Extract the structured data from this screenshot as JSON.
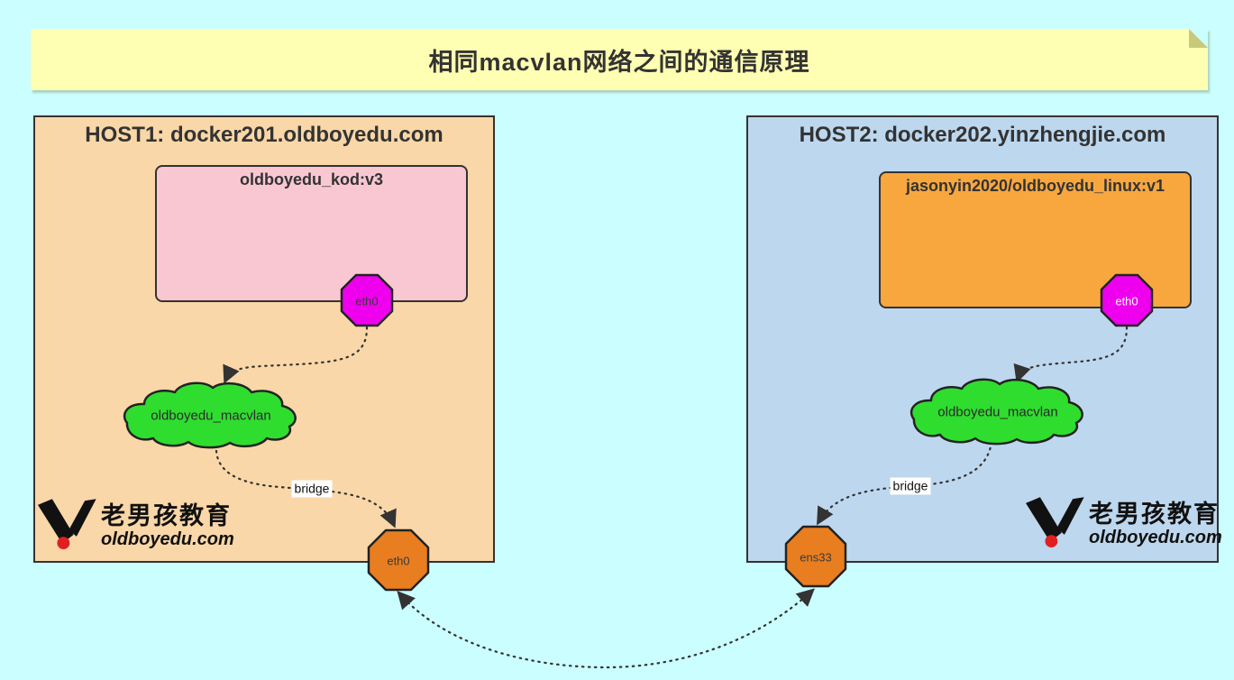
{
  "title": "相同macvlan网络之间的通信原理",
  "hosts": [
    {
      "title": "HOST1: docker201.oldboyedu.com",
      "container_image": "oldboyedu_kod:v3",
      "container_nic": "eth0",
      "network_name": "oldboyedu_macvlan",
      "bridge_label": "bridge",
      "host_nic": "eth0"
    },
    {
      "title": "HOST2: docker202.yinzhengjie.com",
      "container_image": "jasonyin2020/oldboyedu_linux:v1",
      "container_nic": "eth0",
      "network_name": "oldboyedu_macvlan",
      "bridge_label": "bridge",
      "host_nic": "ens33"
    }
  ],
  "logo": {
    "cn": "老男孩教育",
    "en": "oldboyedu.com"
  },
  "colors": {
    "page_bg": "#CBFEFE",
    "banner_bg": "#FFFFB3",
    "banner_fold": "#C9C97C",
    "host1_bg": "#FAD7A8",
    "host2_bg": "#BDD7EE",
    "container1_bg": "#F9C7D2",
    "container2_bg": "#F8A73F",
    "veth_octagon_fill": "#EE00EE",
    "network_cloud_fill": "#2FDD2F",
    "host_nic_fill": "#E97E20",
    "line_color": "#333333",
    "logo_red": "#E02020"
  }
}
